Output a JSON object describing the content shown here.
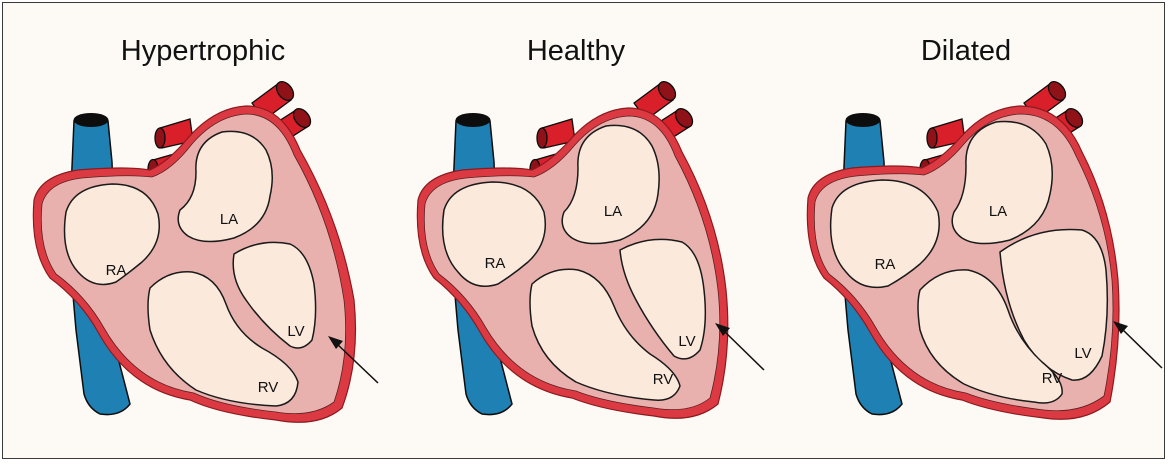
{
  "panels": [
    {
      "id": "hypertrophic",
      "title": "Hypertrophic",
      "labels": {
        "la": "LA",
        "ra": "RA",
        "lv": "LV",
        "rv": "RV"
      }
    },
    {
      "id": "healthy",
      "title": "Healthy",
      "labels": {
        "la": "LA",
        "ra": "RA",
        "lv": "LV",
        "rv": "RV"
      }
    },
    {
      "id": "dilated",
      "title": "Dilated",
      "labels": {
        "la": "LA",
        "ra": "RA",
        "lv": "LV",
        "rv": "RV"
      }
    }
  ],
  "colors": {
    "background": "#fdfaf5",
    "vena_cava": "#1f80b3",
    "aorta": "#d81f2a",
    "myocardium_outer": "#dc3a43",
    "myocardium_wall": "#e8b1ae",
    "chamber": "#fbe9dc"
  }
}
